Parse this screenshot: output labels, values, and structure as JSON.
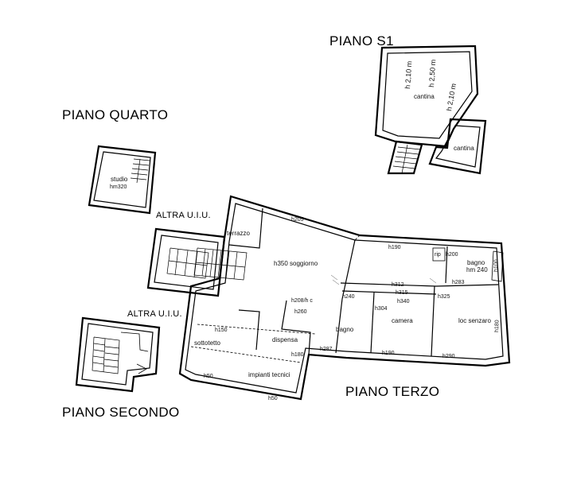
{
  "floors": {
    "s1": "PIANO S1",
    "quarto": "PIANO QUARTO",
    "terzo": "PIANO TERZO",
    "secondo": "PIANO SECONDO"
  },
  "other_units": [
    "ALTRA U.I.U.",
    "ALTRA U.I.U."
  ],
  "basement": {
    "heights": [
      "h 2,10 m",
      "h 2,50 m",
      "h 2,10 m"
    ],
    "rooms": [
      "cantina",
      "cantina"
    ]
  },
  "fourth": {
    "room": "studio",
    "height": "hm320"
  },
  "third": {
    "rooms": {
      "terrazzo": "terrazzo",
      "soggiorno": "h350 soggiorno",
      "sottotetto": "sottotetto",
      "dispensa": "dispensa",
      "impianti": "impianti tecnici",
      "bagno_small": "bagno",
      "camera": "camera",
      "locale": "loc senzaro",
      "bagno_big": "bagno",
      "bagno_big_h": "hm 240",
      "rip": "rip"
    },
    "dims": {
      "h205": "h205",
      "h190": "h190",
      "h200": "h200",
      "h312": "h312",
      "h315": "h315",
      "h340": "h340",
      "h325": "h325",
      "h240": "h240",
      "h304": "h304",
      "h208": "h208/h c",
      "h260": "h260",
      "h150": "h150",
      "h180": "h180",
      "h287": "h287",
      "h190b": "h190",
      "h290": "h290",
      "h50a": "h50",
      "h50b": "h50",
      "h283": "h283",
      "h100": "h100",
      "h180v": "h180"
    }
  }
}
